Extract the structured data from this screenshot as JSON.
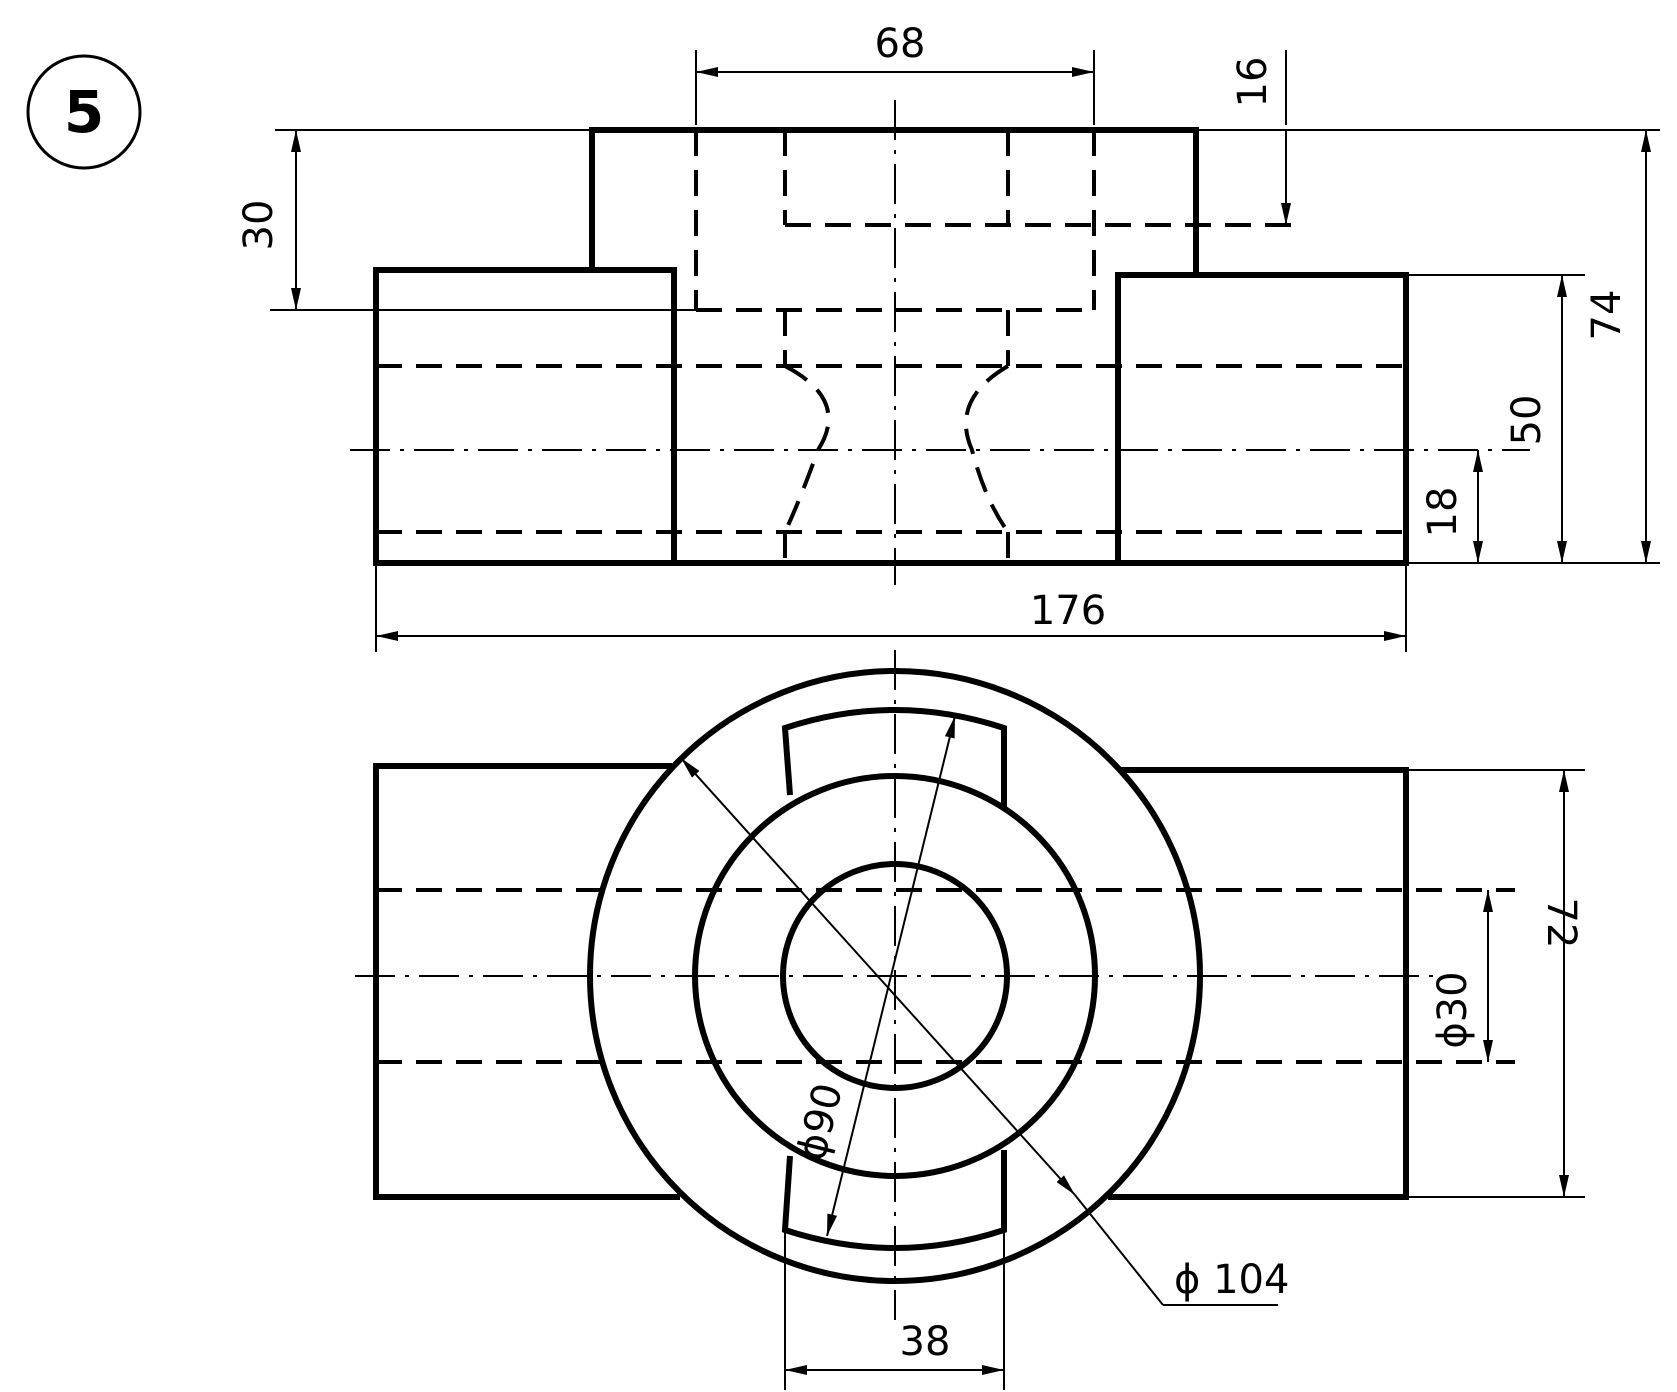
{
  "figure": {
    "number": "5"
  },
  "dimensions": {
    "top_width_68": "68",
    "depth_16": "16",
    "height_30": "30",
    "height_74": "74",
    "height_50": "50",
    "height_18": "18",
    "length_176": "176",
    "width_72": "72",
    "hole_phi30": "ϕ30",
    "diameter_phi90": "ϕ90",
    "diameter_phi104": "ϕ 104",
    "slot_38": "38"
  }
}
